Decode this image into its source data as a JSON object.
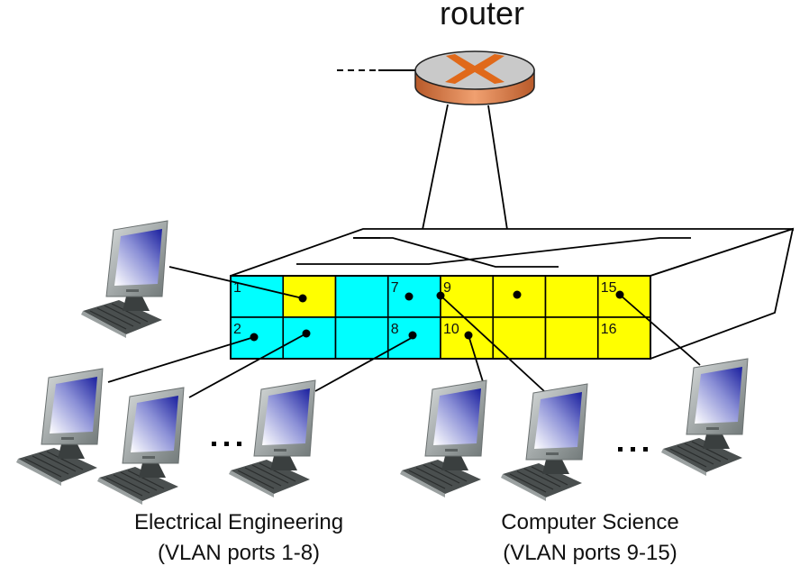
{
  "router": {
    "label": "router",
    "icon": "router-icon"
  },
  "switch": {
    "ports": [
      {
        "row": 0,
        "col": 0,
        "label": "1",
        "vlan": "EE"
      },
      {
        "row": 0,
        "col": 1,
        "label": "",
        "vlan": "CS"
      },
      {
        "row": 0,
        "col": 2,
        "label": "",
        "vlan": "EE"
      },
      {
        "row": 0,
        "col": 3,
        "label": "7",
        "vlan": "EE"
      },
      {
        "row": 0,
        "col": 4,
        "label": "9",
        "vlan": "CS"
      },
      {
        "row": 0,
        "col": 5,
        "label": "",
        "vlan": "CS"
      },
      {
        "row": 0,
        "col": 6,
        "label": "",
        "vlan": "CS"
      },
      {
        "row": 0,
        "col": 7,
        "label": "15",
        "vlan": "CS"
      },
      {
        "row": 1,
        "col": 0,
        "label": "2",
        "vlan": "EE"
      },
      {
        "row": 1,
        "col": 1,
        "label": "",
        "vlan": "EE"
      },
      {
        "row": 1,
        "col": 2,
        "label": "",
        "vlan": "EE"
      },
      {
        "row": 1,
        "col": 3,
        "label": "8",
        "vlan": "EE"
      },
      {
        "row": 1,
        "col": 4,
        "label": "10",
        "vlan": "CS"
      },
      {
        "row": 1,
        "col": 5,
        "label": "",
        "vlan": "CS"
      },
      {
        "row": 1,
        "col": 6,
        "label": "",
        "vlan": "CS"
      },
      {
        "row": 1,
        "col": 7,
        "label": "16",
        "vlan": "CS"
      }
    ]
  },
  "colors": {
    "EE": "#00ffff",
    "CS": "#ffff00",
    "router_top": "#c8c8c8",
    "router_side": "#d9834f",
    "router_x": "#e06a1a"
  },
  "groups": {
    "ee": {
      "name": "Electrical Engineering",
      "ports": "(VLAN ports 1-8)"
    },
    "cs": {
      "name": "Computer Science",
      "ports": "(VLAN ports 9-15)"
    }
  },
  "ellipsis": "...",
  "hosts": [
    {
      "name": "host-ee-1",
      "vlan": "EE",
      "port": "port-0-1"
    },
    {
      "name": "host-ee-2",
      "vlan": "EE",
      "port": "2"
    },
    {
      "name": "host-ee-3",
      "vlan": "EE",
      "port": "port-1-1"
    },
    {
      "name": "host-ee-4",
      "vlan": "EE",
      "port": "8"
    },
    {
      "name": "host-cs-1",
      "vlan": "CS",
      "port": "10"
    },
    {
      "name": "host-cs-2",
      "vlan": "CS",
      "port": "9"
    },
    {
      "name": "host-cs-3",
      "vlan": "CS",
      "port": "15"
    }
  ]
}
